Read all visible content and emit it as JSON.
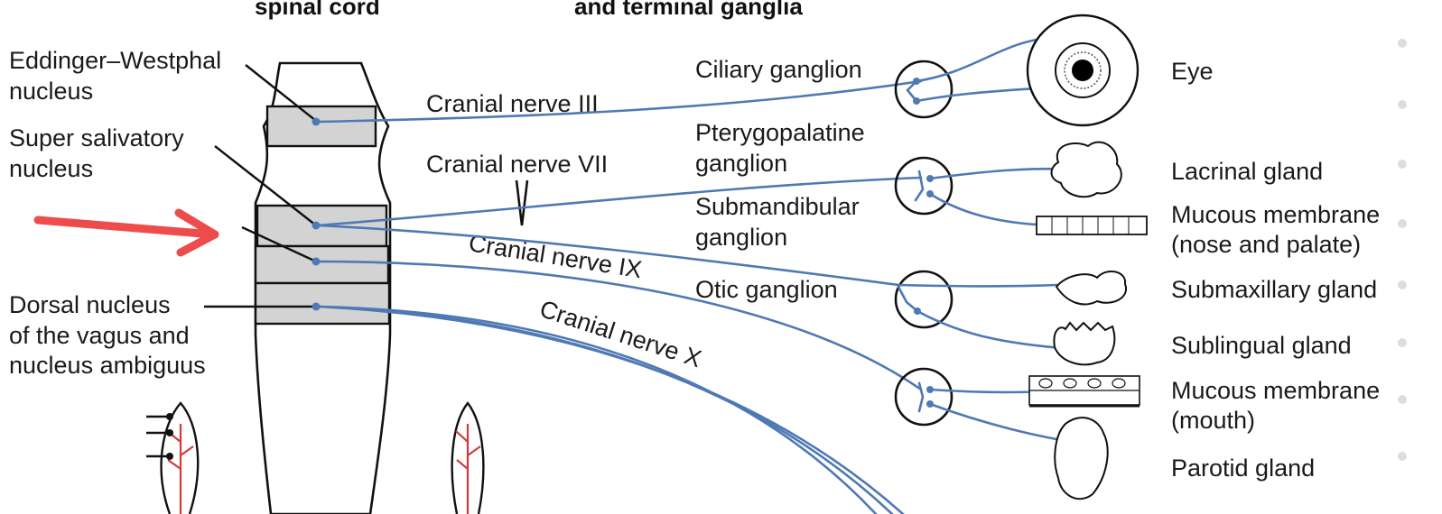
{
  "headers": {
    "left": "spinal cord",
    "right": "and terminal ganglia"
  },
  "nuclei": {
    "edinger_line1": "Eddinger–Westphal",
    "edinger_line2": "nucleus",
    "salivatory_line1": "Super salivatory",
    "salivatory_line2": "nucleus",
    "dorsal_line1": "Dorsal nucleus",
    "dorsal_line2": "of the vagus and",
    "dorsal_line3": "nucleus ambiguus"
  },
  "nerves": {
    "n3": "Cranial nerve III",
    "n7": "Cranial nerve VII",
    "n9": "Cranial nerve IX",
    "n10": "Cranial nerve X"
  },
  "ganglia": {
    "ciliary": "Ciliary ganglion",
    "ptery_line1": "Pterygopalatine",
    "ptery_line2": "ganglion",
    "submand_line1": "Submandibular",
    "submand_line2": "ganglion",
    "otic": "Otic ganglion"
  },
  "targets": {
    "eye": "Eye",
    "lacrimal": "Lacrinal gland",
    "mucous_nose_line1": "Mucous membrane",
    "mucous_nose_line2": "(nose and palate)",
    "submaxillary": "Submaxillary gland",
    "sublingual": "Sublingual gland",
    "mucous_mouth_line1": "Mucous membrane",
    "mucous_mouth_line2": "(mouth)",
    "parotid": "Parotid gland"
  },
  "colors": {
    "nerve": "#4f79b4",
    "arrow": "#ee4c4c",
    "band": "#d3d3d3",
    "outline": "#111111"
  }
}
